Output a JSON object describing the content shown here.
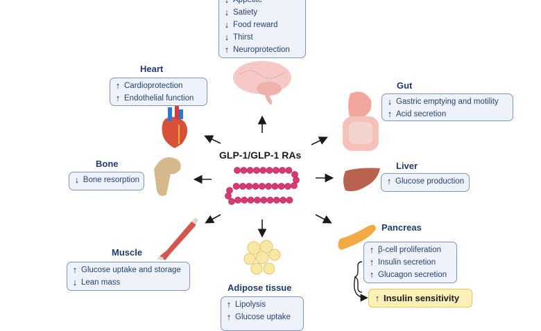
{
  "center": {
    "title": "GLP-1/GLP-1 RAs"
  },
  "arrow_glyphs": {
    "up": "↑",
    "down": "↓"
  },
  "organs": {
    "brain": {
      "title": "",
      "items": [
        {
          "dir": "down",
          "label": "Appetite"
        },
        {
          "dir": "down",
          "label": "Satiety"
        },
        {
          "dir": "down",
          "label": "Food reward"
        },
        {
          "dir": "down",
          "label": "Thirst"
        },
        {
          "dir": "up",
          "label": "Neuroprotection"
        }
      ]
    },
    "heart": {
      "title": "Heart",
      "items": [
        {
          "dir": "up",
          "label": "Cardioprotection"
        },
        {
          "dir": "up",
          "label": "Endothelial function"
        }
      ]
    },
    "gut": {
      "title": "Gut",
      "items": [
        {
          "dir": "down",
          "label": "Gastric emptying and motility"
        },
        {
          "dir": "up",
          "label": "Acid secretion"
        }
      ]
    },
    "bone": {
      "title": "Bone",
      "items": [
        {
          "dir": "down",
          "label": "Bone resorption"
        }
      ]
    },
    "liver": {
      "title": "Liver",
      "items": [
        {
          "dir": "up",
          "label": "Glucose production"
        }
      ]
    },
    "muscle": {
      "title": "Muscle",
      "items": [
        {
          "dir": "up",
          "label": "Glucose uptake and storage"
        },
        {
          "dir": "down",
          "label": "Lean mass"
        }
      ]
    },
    "pancreas": {
      "title": "Pancreas",
      "items": [
        {
          "dir": "up",
          "label": "β-cell proliferation"
        },
        {
          "dir": "up",
          "label": "Insulin secretion"
        },
        {
          "dir": "up",
          "label": "Glucagon secretion"
        }
      ]
    },
    "adipose": {
      "title": "Adipose tissue",
      "items": [
        {
          "dir": "up",
          "label": "Lipolysis"
        },
        {
          "dir": "up",
          "label": "Glucose uptake"
        }
      ]
    }
  },
  "highlight": {
    "dir": "up",
    "label": "Insulin sensitivity"
  },
  "colors": {
    "title": "#1f3a6e",
    "box_bg": "#eef3fb",
    "box_border": "#7f93b3",
    "peptide": "#d63a72",
    "highlight_bg": "#fdf1b8",
    "highlight_border": "#e9c558"
  }
}
